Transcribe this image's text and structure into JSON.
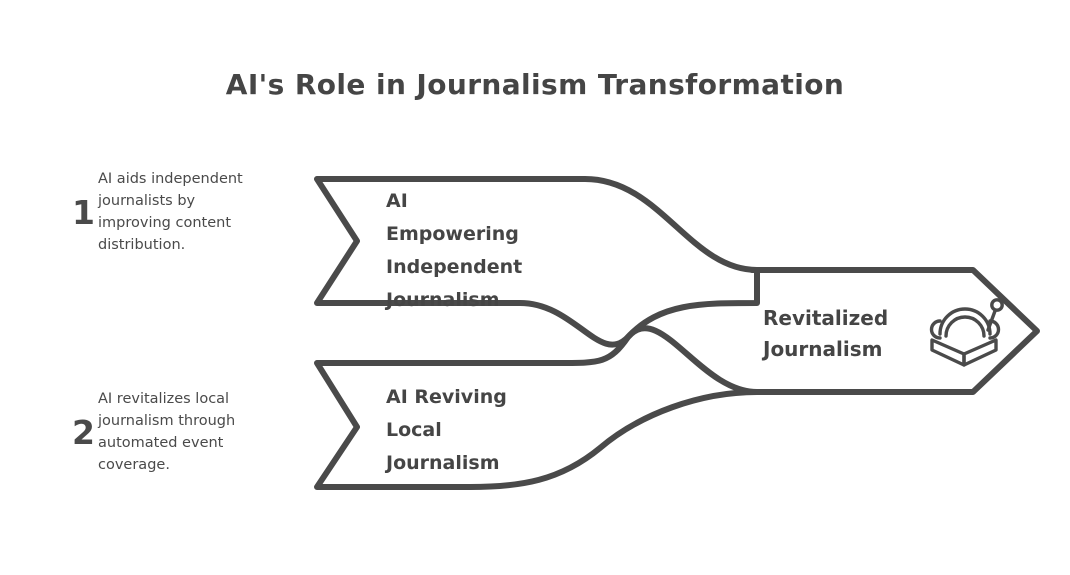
{
  "page": {
    "background_color": "#ffffff",
    "stroke_color": "#4a4a4a",
    "text_color": "#454545"
  },
  "title": "AI's Role in Journalism Transformation",
  "steps": [
    {
      "number": "1",
      "text": "AI aids independent journalists by improving content distribution."
    },
    {
      "number": "2",
      "text": "AI revitalizes local journalism through automated event coverage."
    }
  ],
  "flows": [
    {
      "label": "AI\nEmpowering\nIndependent\nJournalism",
      "shape": "chevron-ribbon"
    },
    {
      "label": "AI Reviving\nLocal\nJournalism",
      "shape": "chevron-ribbon"
    }
  ],
  "outcome": {
    "label": "Revitalized\nJournalism",
    "shape": "arrow-pentagon",
    "icon": "open-book-headphones-microphone-icon"
  }
}
